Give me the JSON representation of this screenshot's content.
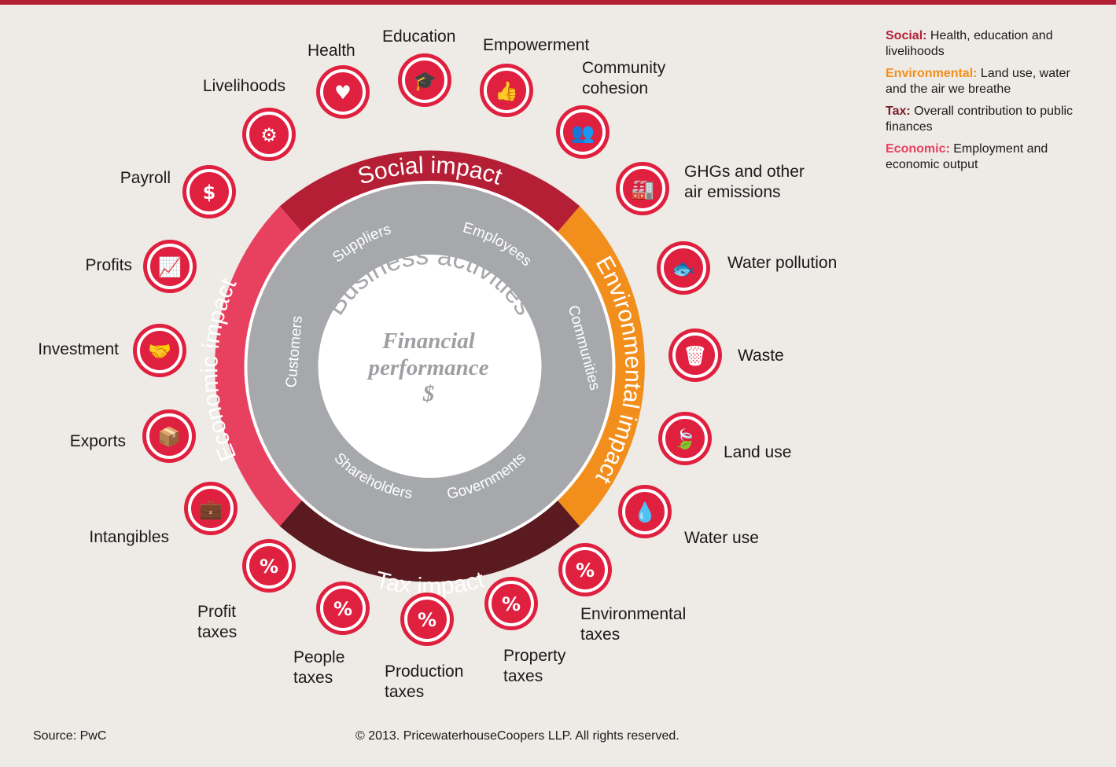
{
  "center": {
    "line1": "Financial",
    "line2": "performance",
    "line3": "$"
  },
  "ring_title": "Business activities",
  "stakeholders": [
    "Suppliers",
    "Employees",
    "Communities",
    "Shareholders",
    "Governments",
    "Customers"
  ],
  "impacts": [
    "Social impact",
    "Environmental impact",
    "Tax impact",
    "Economic impact"
  ],
  "colors": {
    "social": "#b51f35",
    "environmental": "#f28f1c",
    "tax": "#5a1a1f",
    "economic": "#e8405f",
    "icon": "#e0203f"
  },
  "icons": [
    {
      "name": "health-icon",
      "glyph": "♥",
      "label": [
        "Health"
      ]
    },
    {
      "name": "education-icon",
      "glyph": "🎓",
      "label": [
        "Education"
      ]
    },
    {
      "name": "empowerment-icon",
      "glyph": "👍",
      "label": [
        "Empowerment"
      ]
    },
    {
      "name": "community-cohesion-icon",
      "glyph": "👥",
      "label": [
        "Community",
        "cohesion"
      ]
    },
    {
      "name": "ghg-emissions-icon",
      "glyph": "🏭",
      "label": [
        "GHGs and other",
        "air emissions"
      ]
    },
    {
      "name": "water-pollution-icon",
      "glyph": "🐟",
      "label": [
        "Water pollution"
      ]
    },
    {
      "name": "waste-icon",
      "glyph": "🗑",
      "label": [
        "Waste"
      ]
    },
    {
      "name": "land-use-icon",
      "glyph": "🍃",
      "label": [
        "Land use"
      ]
    },
    {
      "name": "water-use-icon",
      "glyph": "💧",
      "label": [
        "Water use"
      ]
    },
    {
      "name": "environmental-taxes-icon",
      "glyph": "%",
      "label": [
        "Environmental",
        "taxes"
      ]
    },
    {
      "name": "property-taxes-icon",
      "glyph": "%",
      "label": [
        "Property",
        "taxes"
      ]
    },
    {
      "name": "production-taxes-icon",
      "glyph": "%",
      "label": [
        "Production",
        "taxes"
      ]
    },
    {
      "name": "people-taxes-icon",
      "glyph": "%",
      "label": [
        "People",
        "taxes"
      ]
    },
    {
      "name": "profit-taxes-icon",
      "glyph": "%",
      "label": [
        "Profit",
        "taxes"
      ]
    },
    {
      "name": "intangibles-icon",
      "glyph": "💼",
      "label": [
        "Intangibles"
      ]
    },
    {
      "name": "exports-icon",
      "glyph": "📦",
      "label": [
        "Exports"
      ]
    },
    {
      "name": "investment-icon",
      "glyph": "🤝",
      "label": [
        "Investment"
      ]
    },
    {
      "name": "profits-icon",
      "glyph": "📈",
      "label": [
        "Profits"
      ]
    },
    {
      "name": "payroll-icon",
      "glyph": "$",
      "label": [
        "Payroll"
      ]
    },
    {
      "name": "livelihoods-icon",
      "glyph": "⚙",
      "label": [
        "Livelihoods"
      ]
    }
  ],
  "legend": [
    {
      "key": "Social:",
      "text": "Health, education and livelihoods",
      "color": "#b51f35"
    },
    {
      "key": "Environmental:",
      "text": "Land use, water and the air we breathe",
      "color": "#f28f1c"
    },
    {
      "key": "Tax:",
      "text": "Overall contribution to public finances",
      "color": "#7a1a28"
    },
    {
      "key": "Economic:",
      "text": "Employment and economic output",
      "color": "#e8405f"
    }
  ],
  "footer": {
    "source": "Source: PwC",
    "copyright": "© 2013. PricewaterhouseCoopers LLP. All rights reserved."
  }
}
